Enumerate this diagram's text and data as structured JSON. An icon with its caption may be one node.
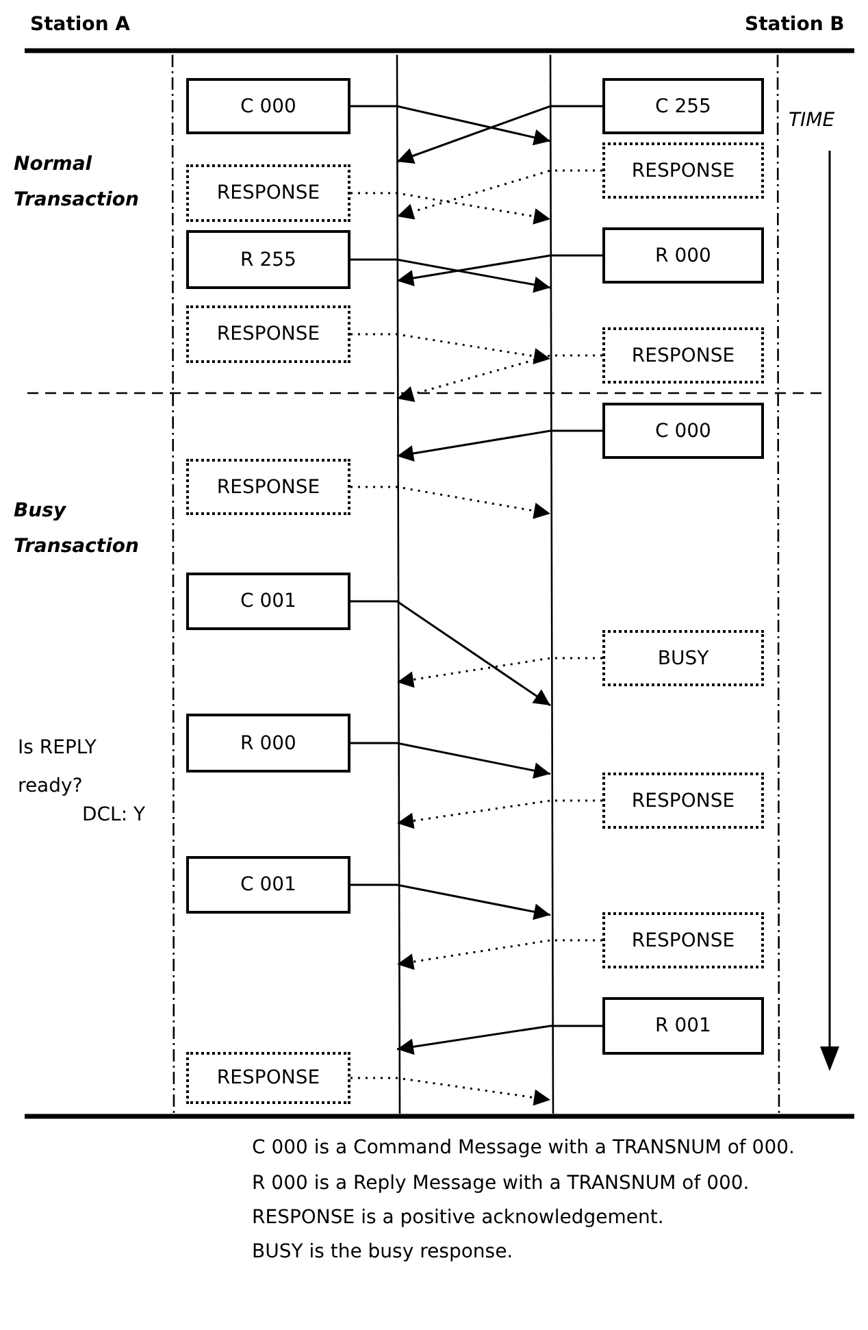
{
  "diagram": {
    "nodes": [
      {
        "text": [
          "C 000"
        ]
      },
      {
        "text": [
          "C 255"
        ]
      },
      {
        "text": [
          "RESPONSE"
        ]
      },
      {
        "text": [
          "RESPONSE"
        ]
      },
      {
        "text": [
          "R 255"
        ]
      },
      {
        "text": [
          "R 000"
        ]
      },
      {
        "text": [
          "RESPONSE"
        ]
      },
      {
        "text": [
          "RESPONSE"
        ]
      },
      {
        "text": [
          "C 000"
        ]
      },
      {
        "text": [
          "RESPONSE"
        ]
      },
      {
        "text": [
          "C 001"
        ]
      },
      {
        "text": [
          "BUSY"
        ]
      },
      {
        "text": [
          "R 000"
        ]
      },
      {
        "text": [
          "RESPONSE"
        ]
      },
      {
        "text": [
          "C 001"
        ]
      },
      {
        "text": [
          "RESPONSE"
        ]
      },
      {
        "text": [
          "R 001"
        ]
      },
      {
        "text": [
          "RESPONSE"
        ]
      }
    ],
    "edges": [
      {
        "from": 0,
        "to": null,
        "arrow": "to"
      },
      {
        "from": 1,
        "to": null,
        "arrow": "to"
      },
      {
        "from": 2,
        "to": null,
        "arrow": "to",
        "style": "dashed"
      },
      {
        "from": 3,
        "to": null,
        "arrow": "to",
        "style": "dashed"
      },
      {
        "from": 4,
        "to": null,
        "arrow": "to"
      },
      {
        "from": 5,
        "to": null,
        "arrow": "to"
      },
      {
        "from": 6,
        "to": null,
        "arrow": "to",
        "style": "dashed"
      },
      {
        "from": 7,
        "to": null,
        "arrow": "to",
        "style": "dashed"
      },
      {
        "from": 8,
        "to": null,
        "arrow": "to"
      },
      {
        "from": 9,
        "to": null,
        "arrow": "to",
        "style": "dashed"
      },
      {
        "from": 10,
        "to": null,
        "arrow": "to"
      },
      {
        "from": 11,
        "to": null,
        "arrow": "to",
        "style": "dashed"
      },
      {
        "from": 12,
        "to": null,
        "arrow": "to"
      },
      {
        "from": 13,
        "to": null,
        "arrow": "to",
        "style": "dashed"
      },
      {
        "from": 14,
        "to": null,
        "arrow": "to"
      },
      {
        "from": 15,
        "to": null,
        "arrow": "to",
        "style": "dashed"
      },
      {
        "from": 16,
        "to": null,
        "arrow": "to"
      },
      {
        "from": 17,
        "to": null,
        "arrow": "to",
        "style": "dashed"
      }
    ],
    "labels": [
      "Station A",
      "Station B",
      "TIME",
      "Normal Transaction",
      "Busy Transaction",
      "Is REPLY ready?",
      "DCL: Y",
      "C 000 is a Command Message with a TRANSNUM of 000.",
      "R 000 is a Reply Message with a TRANSNUM of 000.",
      "RESPONSE is a positive acknowledgement.",
      "BUSY is the busy response."
    ]
  }
}
